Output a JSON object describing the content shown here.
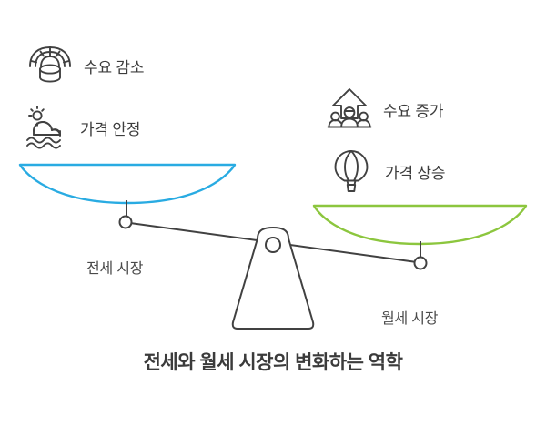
{
  "title": "전세와 월세 시장의 변화하는 역학",
  "colors": {
    "left_pan": "#29ABE2",
    "right_pan": "#8CC63E",
    "stroke": "#414141",
    "text": "#3d3d3d",
    "title": "#3b3b3b",
    "background": "#ffffff"
  },
  "left_side": {
    "pan_label": "전세 시장",
    "features": [
      {
        "id": "demand-down",
        "icon": "amphitheater-decline-icon",
        "label": "수요 감소"
      },
      {
        "id": "price-stable",
        "icon": "sun-cloud-waves-icon",
        "label": "가격 안정"
      }
    ]
  },
  "right_side": {
    "pan_label": "월세 시장",
    "features": [
      {
        "id": "demand-up",
        "icon": "people-up-arrow-icon",
        "label": "수요 증가"
      },
      {
        "id": "price-up",
        "icon": "hot-air-balloon-icon",
        "label": "가격 상승"
      }
    ]
  },
  "scale": {
    "fulcrum": "triangle-fulcrum",
    "pivot": "pivot-circle",
    "left_pan_side": "up",
    "right_pan_side": "down"
  }
}
